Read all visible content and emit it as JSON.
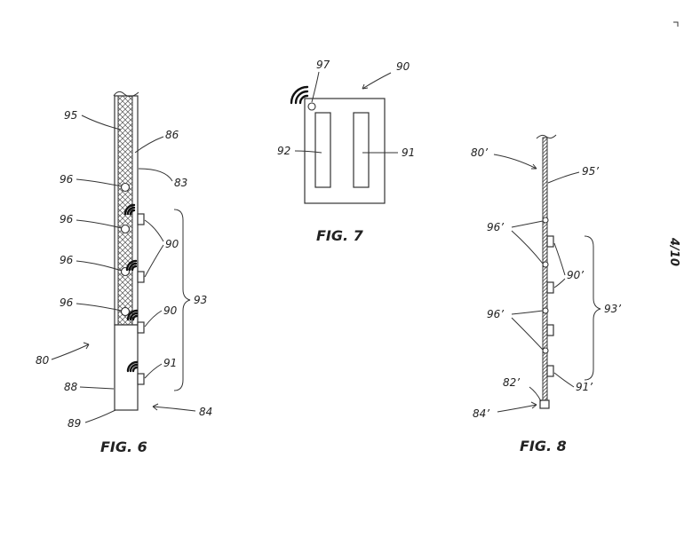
{
  "page_number": "4/10",
  "fig6": {
    "caption": "FIG. 6",
    "labels": {
      "l95": "95",
      "l86": "86",
      "l83": "83",
      "l96a": "96",
      "l96b": "96",
      "l96c": "96",
      "l96d": "96",
      "l90a": "90",
      "l90b": "90",
      "l93": "93",
      "l91": "91",
      "l80": "80",
      "l88": "88",
      "l89": "89",
      "l84": "84"
    }
  },
  "fig7": {
    "caption": "FIG. 7",
    "labels": {
      "l97": "97",
      "l90": "90",
      "l92": "92",
      "l91": "91"
    }
  },
  "fig8": {
    "caption": "FIG. 8",
    "labels": {
      "l80p": "80’",
      "l95p": "95’",
      "l96pa": "96’",
      "l90p": "90’",
      "l96pb": "96’",
      "l93p": "93’",
      "l82p": "82’",
      "l91p": "91’",
      "l84p": "84’"
    }
  }
}
